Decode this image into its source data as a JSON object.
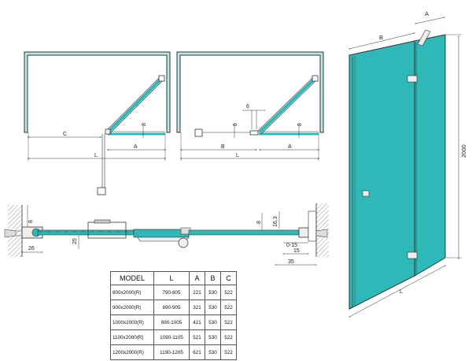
{
  "top_views": {
    "view1": {
      "dim_c": "C",
      "dim_a": "A",
      "dim_l": "L",
      "dim_8": "8"
    },
    "view2": {
      "dim_b": "B",
      "dim_a": "A",
      "dim_l": "L",
      "dim_6": "6",
      "dim_8a": "8",
      "dim_8b": "8"
    }
  },
  "section": {
    "dim_8_left": "8",
    "dim_26": "26",
    "dim_25": "25",
    "dim_8_right": "8",
    "dim_16_3": "16,3",
    "dim_0_15": "0-15",
    "dim_15": "15",
    "dim_35": "35"
  },
  "perspective": {
    "dim_a": "A",
    "dim_b": "B",
    "dim_l": "L",
    "dim_h": "2000"
  },
  "spec_table": {
    "headers": [
      "MODEL",
      "L",
      "A",
      "B",
      "C"
    ],
    "rows": [
      [
        "800x2000(R)",
        "790-805",
        "221",
        "530",
        "522"
      ],
      [
        "900x2000(R)",
        "890-905",
        "321",
        "530",
        "522"
      ],
      [
        "1000x2000(R)",
        "990-1005",
        "421",
        "530",
        "522"
      ],
      [
        "1100x2000(R)",
        "1090-1105",
        "521",
        "530",
        "522"
      ],
      [
        "1200x2000(R)",
        "1190-1205",
        "621",
        "530",
        "522"
      ]
    ]
  },
  "colors": {
    "glass": "#2fb8b8",
    "wall": "#7fcfcf",
    "line": "#333333",
    "hatch": "#777777"
  }
}
